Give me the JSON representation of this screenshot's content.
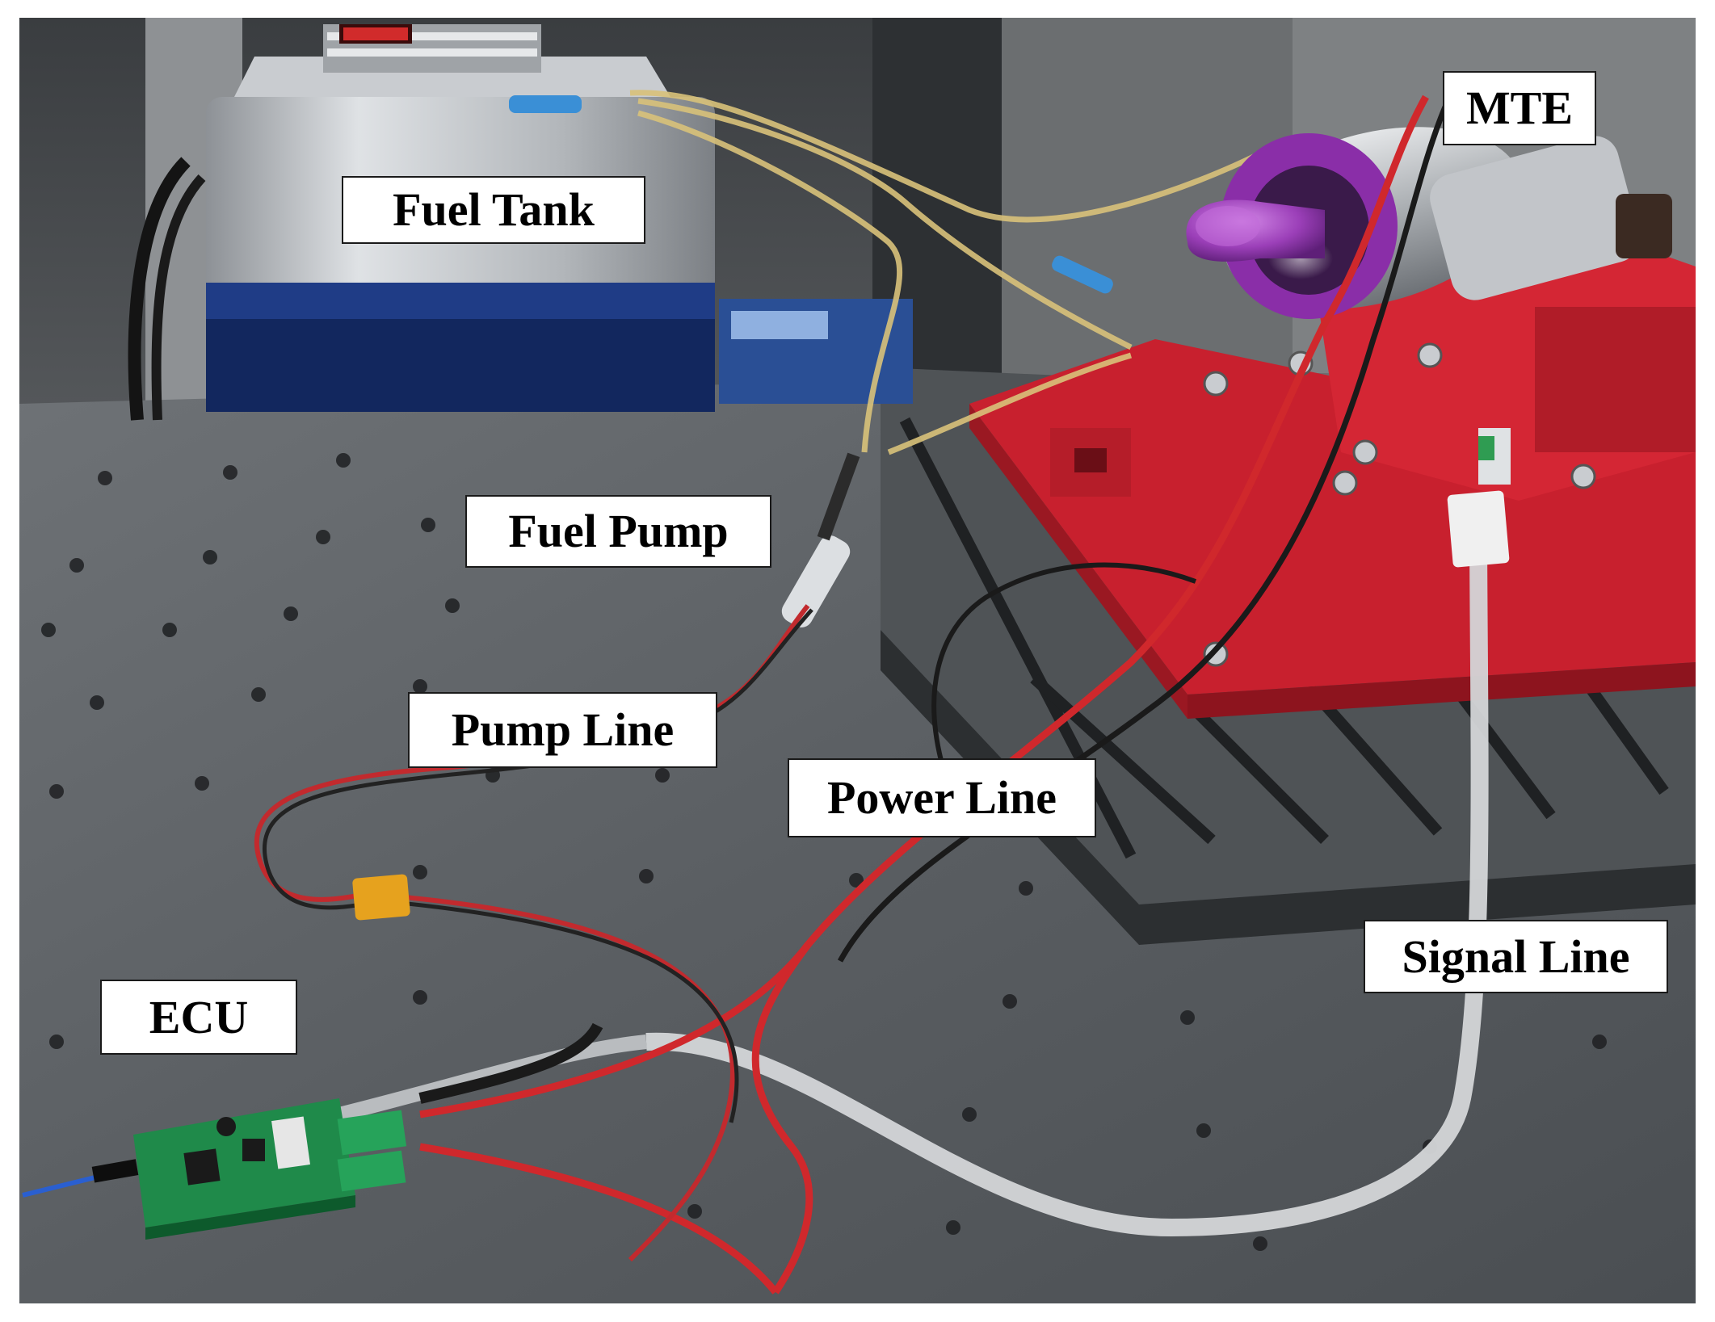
{
  "labels": {
    "fuel_tank": "Fuel Tank",
    "mte": "MTE",
    "fuel_pump": "Fuel Pump",
    "pump_line": "Pump Line",
    "power_line": "Power Line",
    "signal_line": "Signal Line",
    "ecu": "ECU"
  },
  "colors": {
    "table": "#5e6266",
    "engine_mount": "#c8202e",
    "engine_nose": "#9b3fb8",
    "fuel_tank": "#b9bcc0",
    "tank_base": "#1f3c86",
    "ecu_board": "#1f8a4a",
    "power_wire": "#d0282c",
    "signal_cable": "#cfd2d4",
    "fuel_hose": "#d9c27a"
  }
}
